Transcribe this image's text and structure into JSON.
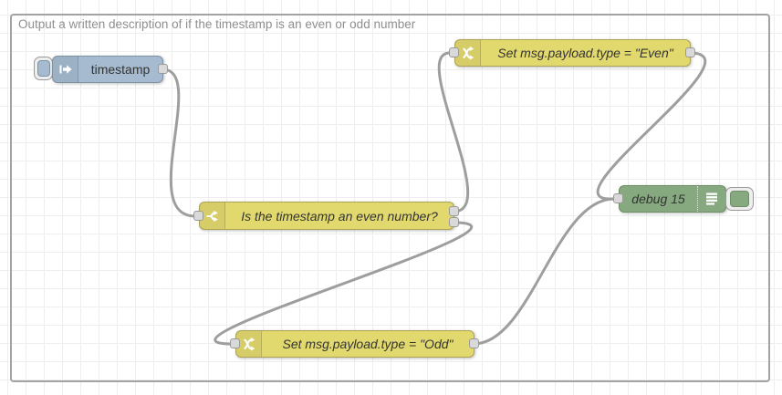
{
  "group": {
    "label": "Output a written description of if the timestamp is an even or odd number"
  },
  "nodes": {
    "inject": {
      "label": "timestamp"
    },
    "switch": {
      "label": "Is the timestamp an even number?"
    },
    "change_even": {
      "label": "Set msg.payload.type = \"Even\""
    },
    "change_odd": {
      "label": "Set msg.payload.type = \"Odd\""
    },
    "debug": {
      "label": "debug 15"
    }
  },
  "colors": {
    "inject": "#a6bbcf",
    "function": "#e2d96e",
    "debug": "#87a980",
    "wire": "#9e9e9e",
    "grid": "#eeeeee",
    "group_border": "#a3a3a3"
  }
}
